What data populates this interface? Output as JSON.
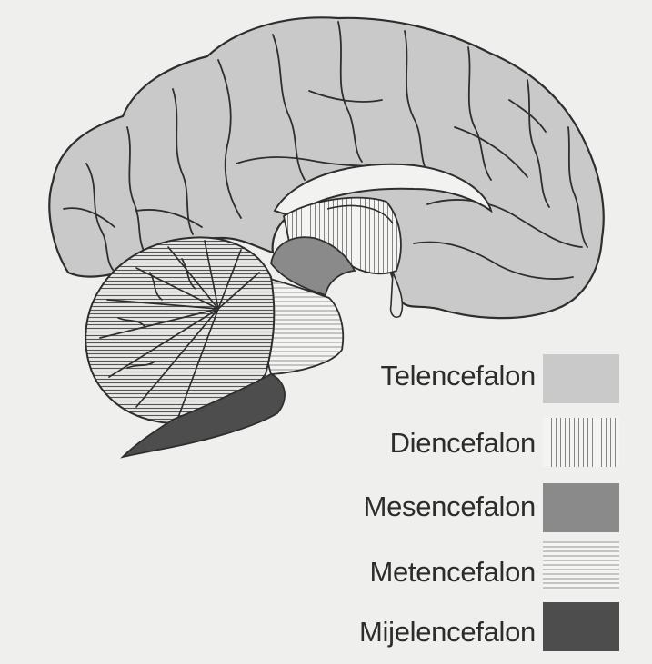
{
  "diagram": {
    "colors": {
      "background": "#efefed",
      "outline": "#2e2e2e",
      "telencefalon": "#c9c9c9",
      "mesencefalon": "#8a8a8a",
      "mijelencefalon": "#4d4d4d"
    },
    "legend": [
      {
        "key": "telencefalon",
        "label": "Telencefalon",
        "pattern": "solid-light"
      },
      {
        "key": "diencefalon",
        "label": "Diencefalon",
        "pattern": "vertical-hatch"
      },
      {
        "key": "mesencefalon",
        "label": "Mesencefalon",
        "pattern": "solid-medium"
      },
      {
        "key": "metencefalon",
        "label": "Metencefalon",
        "pattern": "horizontal-hatch"
      },
      {
        "key": "mijelencefalon",
        "label": "Mijelencefalon",
        "pattern": "solid-dark"
      }
    ]
  }
}
